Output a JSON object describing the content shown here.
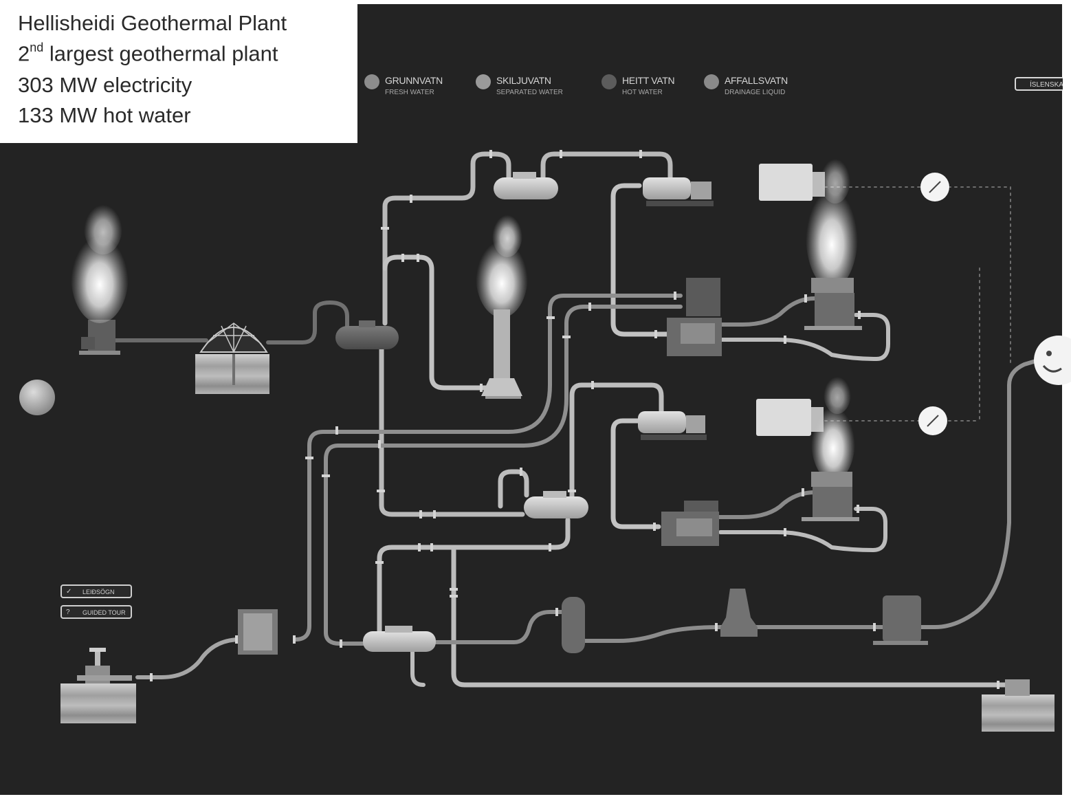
{
  "caption": {
    "line1": "Hellisheidi Geothermal Plant",
    "line2_num": "2",
    "line2_sup": "nd",
    "line2_rest": " largest geothermal plant",
    "line3": "303 MW electricity",
    "line4": "133 MW hot water"
  },
  "legend": [
    {
      "label": "GRUNNVATN",
      "sub": "FRESH WATER",
      "color": "#8d8d8d"
    },
    {
      "label": "SKILJUVATN",
      "sub": "SEPARATED WATER",
      "color": "#9a9a9a"
    },
    {
      "label": "HEITT VATN",
      "sub": "HOT WATER",
      "color": "#5c5c5c"
    },
    {
      "label": "AFFALLSVATN",
      "sub": "DRAINAGE LIQUID",
      "color": "#8a8a8a"
    }
  ],
  "language_button": {
    "label": "ÍSLENSKA"
  },
  "side_buttons": [
    {
      "icon": "✓",
      "label": "LEIÐSÖGN"
    },
    {
      "icon": "?",
      "label": "GUIDED TOUR"
    }
  ],
  "colors": {
    "background": "#232323",
    "pipe": "#9d9d9d",
    "pipe_light": "#c4c4c4",
    "steam": "#efefef"
  }
}
